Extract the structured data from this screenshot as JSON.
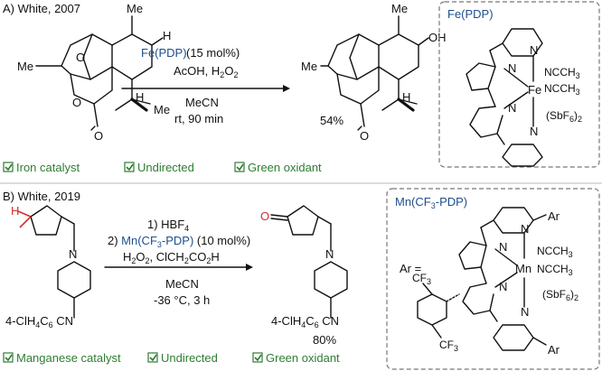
{
  "panel_a": {
    "heading": "A) White, 2007",
    "catalyst_inline": "Fe(PDP)",
    "loading": " (15 mol%)",
    "reagents_line": "AcOH, H",
    "reagents_sub": "2",
    "reagents_line_end": "O",
    "reagents_sub2": "2",
    "solvent": "MeCN",
    "conditions": "rt, 90 min",
    "yield": "54%",
    "box_title": "Fe(PDP)",
    "labels": {
      "me1": "Me",
      "me2": "Me",
      "me3": "Me",
      "h1": "H",
      "h2": "H",
      "oh": "OH",
      "o1": "O",
      "o2": "O",
      "o3": "O",
      "o4": "O",
      "me4": "Me",
      "me5": "Me",
      "h3": "H",
      "fe": "Fe",
      "n1": "N",
      "n2": "N",
      "n3": "N",
      "n4": "N",
      "ncch3_1": "NCCH",
      "ncch3_2": "NCCH",
      "sbf6": "(SbF"
    },
    "features": [
      "Iron catalyst",
      "Undirected",
      "Green oxidant"
    ]
  },
  "panel_b": {
    "heading": "B) White, 2019",
    "step1": "1) HBF",
    "step1_sub": "4",
    "step2_pre": "2) ",
    "catalyst_inline": "Mn(CF",
    "catalyst_inline_sub": "3",
    "catalyst_inline_end": "-PDP)",
    "loading": " (10 mol%)",
    "reagents": "H",
    "reagents_tail": "O",
    "reagents_acid": ", ClCH",
    "reagents_acid_end": "CO",
    "reagents_acid_h": "H",
    "solvent": "MeCN",
    "conditions": "-36 °C, 3 h",
    "yield": "80%",
    "sm_label": "4-ClH",
    "sm_label_4": "4",
    "sm_label_mid": "C",
    "sm_label_6": "6",
    "sm_label_end": " CN",
    "box_title": "Mn(CF",
    "box_title_sub": "3",
    "box_title_end": "-PDP)",
    "ar_label": "Ar =",
    "ar_text": "Ar",
    "mn": "Mn",
    "cf3": "CF",
    "features": [
      "Manganese catalyst",
      "Undirected",
      "Green oxidant"
    ]
  },
  "colors": {
    "blue": "#1f4e8c",
    "green": "#2e7d32",
    "red": "#d32f2f"
  }
}
